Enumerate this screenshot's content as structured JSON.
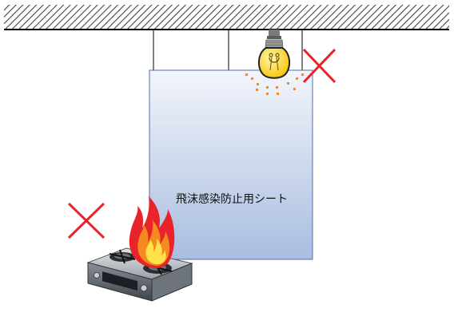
{
  "sheet": {
    "label": "飛沫感染防止用シート",
    "fill_top": "#f2f5fb",
    "fill_bottom": "#a9bde0",
    "border": "#4f6fa8"
  },
  "warning_marks": [
    {
      "target": "light-bulb",
      "symbol": "✕",
      "color": "#e8232a"
    },
    {
      "target": "gas-stove-flame",
      "symbol": "✕",
      "color": "#e8232a"
    }
  ],
  "icons": [
    "ceiling-hatch",
    "light-bulb-icon",
    "gas-stove-icon",
    "flame-icon"
  ],
  "colors": {
    "bulb": "#f6c400",
    "flame_outer": "#e8232a",
    "flame_mid": "#f58a1f",
    "flame_inner": "#ffe14a"
  }
}
